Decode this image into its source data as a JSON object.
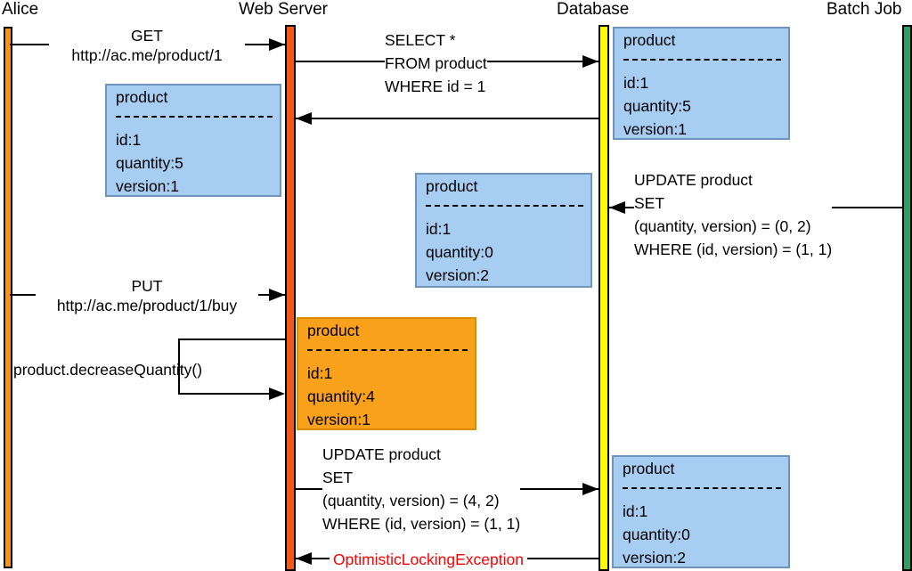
{
  "actors": [
    {
      "name": "Alice",
      "color": "#F7941D"
    },
    {
      "name": "Web Server",
      "color": "#F2591B"
    },
    {
      "name": "Database",
      "color": "#FFFF00"
    },
    {
      "name": "Batch Job",
      "color": "#2F9E62"
    }
  ],
  "messages": {
    "get": {
      "lines": [
        "GET",
        "http://ac.me/product/1"
      ]
    },
    "select": {
      "lines": [
        "SELECT *",
        "FROM product",
        "WHERE id = 1"
      ]
    },
    "batch_update": {
      "lines": [
        "UPDATE product",
        "SET",
        "(quantity, version) = (0, 2)",
        "WHERE (id, version) = (1, 1)"
      ]
    },
    "put": {
      "lines": [
        "PUT",
        "http://ac.me/product/1/buy"
      ]
    },
    "self_call": {
      "lines": [
        "product.decreaseQuantity()"
      ]
    },
    "ws_update": {
      "lines": [
        "UPDATE product",
        "SET",
        "(quantity, version) = (4, 2)",
        "WHERE (id, version) = (1, 1)"
      ]
    },
    "exception": {
      "lines": [
        "OptimisticLockingException"
      ],
      "color": "#FF0000"
    }
  },
  "notes": [
    {
      "title": "product",
      "fields": [
        "id:1",
        "quantity:5",
        "version:1"
      ],
      "fill": "#A8CDF2"
    },
    {
      "title": "product",
      "fields": [
        "id:1",
        "quantity:5",
        "version:1"
      ],
      "fill": "#A8CDF2"
    },
    {
      "title": "product",
      "fields": [
        "id:1",
        "quantity:0",
        "version:2"
      ],
      "fill": "#A8CDF2"
    },
    {
      "title": "product",
      "fields": [
        "id:1",
        "quantity:4",
        "version:1"
      ],
      "fill": "#F9A11B"
    },
    {
      "title": "product",
      "fields": [
        "id:1",
        "quantity:0",
        "version:2"
      ],
      "fill": "#A8CDF2"
    }
  ]
}
